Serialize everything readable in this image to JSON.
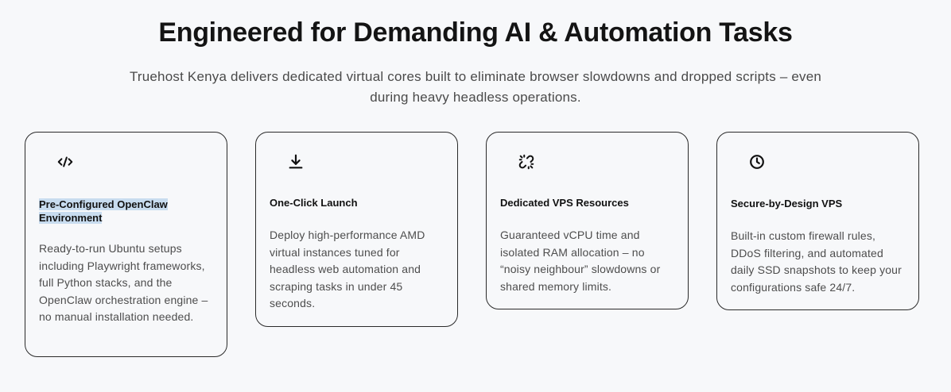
{
  "section": {
    "heading": "Engineered for Demanding AI & Automation Tasks",
    "subtitle_line1": "Truehost Kenya delivers dedicated virtual cores built to eliminate browser slowdowns and dropped scripts – even",
    "subtitle_line2": "during heavy headless operations."
  },
  "cards": [
    {
      "icon": "code-icon",
      "title_line1": "Pre-Configured OpenClaw",
      "title_line2": "Environment",
      "description": "Ready-to-run Ubuntu setups including Playwright frameworks, full Python stacks, and the OpenClaw orchestration engine – no manual installation needed."
    },
    {
      "icon": "download-icon",
      "title": "One-Click Launch",
      "description": "Deploy high-performance AMD virtual instances tuned for headless web automation and scraping tasks in under 45 seconds."
    },
    {
      "icon": "broken-link-icon",
      "title": "Dedicated VPS Resources",
      "description": "Guaranteed vCPU time and isolated RAM allocation – no “noisy neighbour” slowdowns or shared memory limits."
    },
    {
      "icon": "clock-icon",
      "title": "Secure-by-Design VPS",
      "description": "Built-in custom firewall rules, DDoS filtering, and automated daily SSD snapshots to keep your configurations safe 24/7."
    }
  ],
  "colors": {
    "background": "#f7f8fa",
    "text": "#141414",
    "muted": "#4d4d4d",
    "border": "#2a2a2a",
    "selection": "#c8dcef"
  }
}
